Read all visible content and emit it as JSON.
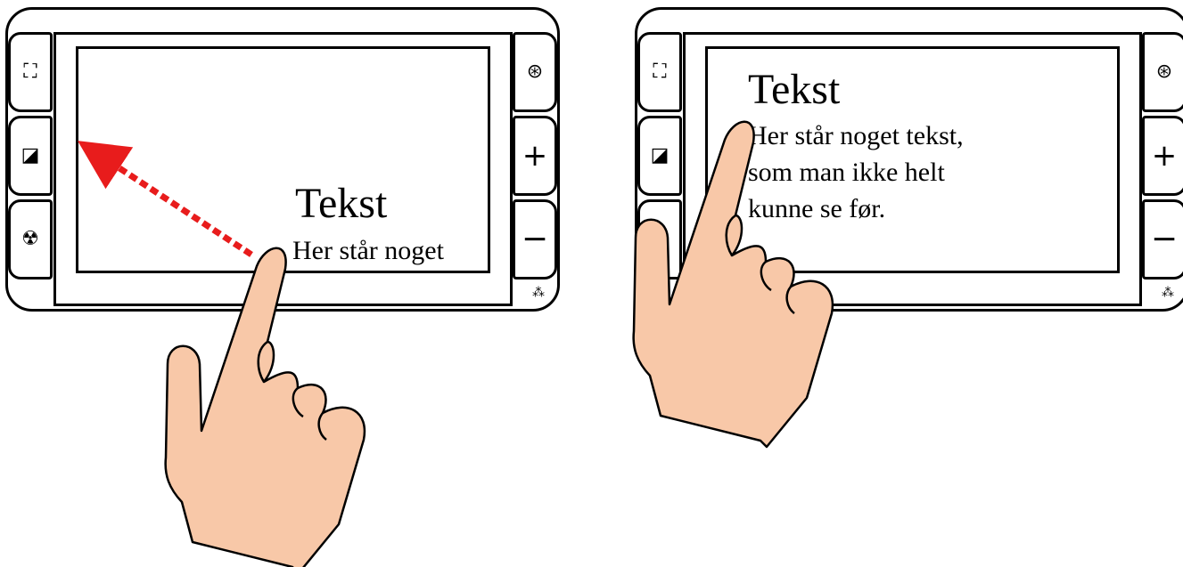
{
  "colors": {
    "skin": "#f8c8a8",
    "arrow": "#e81c1c",
    "outline": "#000000"
  },
  "before": {
    "heading": "Tekst",
    "line1": "Her står noget"
  },
  "after": {
    "heading": "Tekst",
    "line1": "Her står noget tekst,",
    "line2": "som man ikke helt",
    "line3": "kunne se før."
  },
  "buttons": {
    "left": [
      "capture-frame-icon",
      "contrast-icon",
      "radiation-icon"
    ],
    "right": [
      "camera-shutter-icon",
      "plus-icon",
      "minus-icon"
    ],
    "speaker": "speaker-icon"
  }
}
